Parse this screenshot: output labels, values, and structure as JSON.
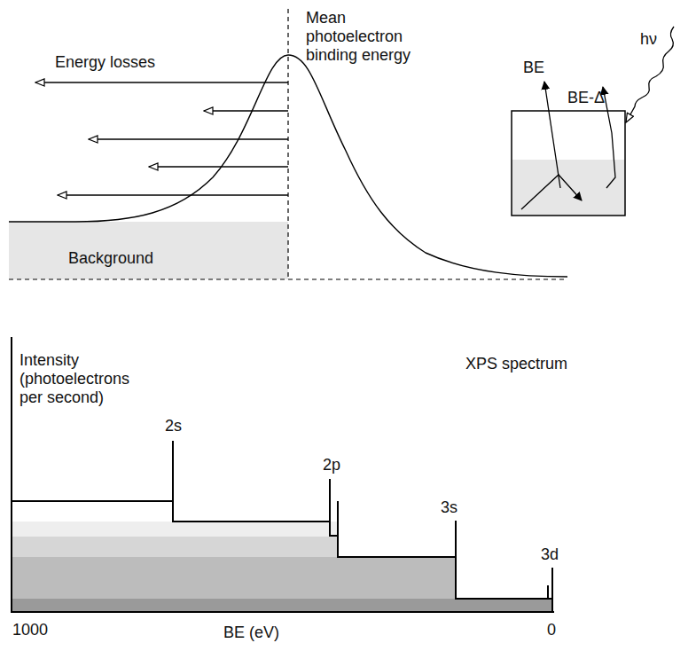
{
  "diagram": {
    "labels": [
      "Energy losses",
      "Mean photoelectron binding energy",
      "BE",
      "BE-Δ",
      "hν",
      "Background",
      "Intensity (photoelectrons per second)",
      "XPS spectrum",
      "2s",
      "2p",
      "3s",
      "3d",
      "1000",
      "BE (eV)",
      "0"
    ]
  }
}
